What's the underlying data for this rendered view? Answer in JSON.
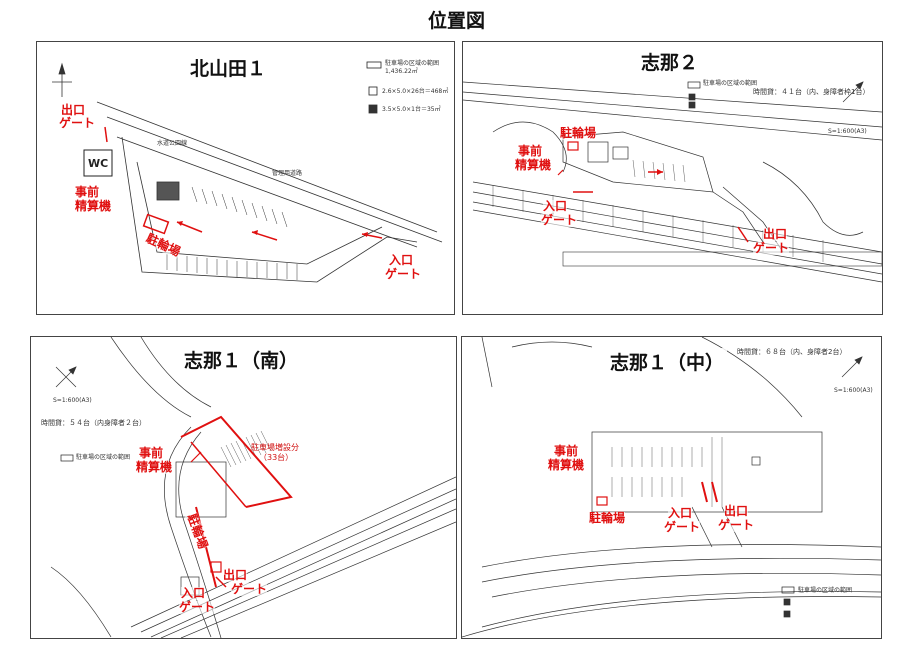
{
  "page_title": "位置図",
  "colors": {
    "accent_red": "#e01010",
    "line": "#333333"
  },
  "panels": {
    "kitayamada": {
      "title": "北山田１",
      "labels": {
        "exit_gate": [
          "出口",
          "ゲート"
        ],
        "prepay": [
          "事前",
          "精算機"
        ],
        "bike": "駐輪場",
        "entry_gate": [
          "入口",
          "ゲート"
        ],
        "wc": "WC"
      },
      "legend": [
        "駐車場の区域の範囲",
        "1,436.22㎡",
        "2.6×5.0×26台＝468㎡",
        "3.5×5.0×1台＝35㎡"
      ],
      "road_texts": [
        "水道公園線",
        "管理用道路"
      ]
    },
    "shina2": {
      "title": "志那２",
      "capacity": "時間貸：４１台（内、身障者枠1台）",
      "labels": {
        "bike": "駐輪場",
        "prepay": [
          "事前",
          "精算機"
        ],
        "entry_gate": [
          "入口",
          "ゲート"
        ],
        "exit_gate": [
          "出口",
          "ゲート"
        ]
      },
      "legend": [
        "駐車場の区域の範囲"
      ],
      "scale": "S=1:600(A3)"
    },
    "shina1_south": {
      "title": "志那１（南）",
      "capacity": "時間貸：５４台（内身障者２台）",
      "labels": {
        "prepay": [
          "事前",
          "精算機"
        ],
        "expansion": [
          "駐車場増設分",
          "（33台）"
        ],
        "bike": "駐輪場",
        "entry_gate": [
          "入口",
          "ゲート"
        ],
        "exit_gate": [
          "出口",
          "ゲート"
        ]
      },
      "legend": [
        "駐車場の区域の範囲"
      ],
      "scale": "S=1:600(A3)"
    },
    "shina1_mid": {
      "title": "志那１（中）",
      "capacity": "時間貸：６８台（内、身障者2台）",
      "labels": {
        "prepay": [
          "事前",
          "精算機"
        ],
        "bike": "駐輪場",
        "entry_gate": [
          "入口",
          "ゲート"
        ],
        "exit_gate": [
          "出口",
          "ゲート"
        ]
      },
      "legend": [
        "駐車場の区域の範囲"
      ],
      "scale": "S=1:600(A3)"
    }
  }
}
